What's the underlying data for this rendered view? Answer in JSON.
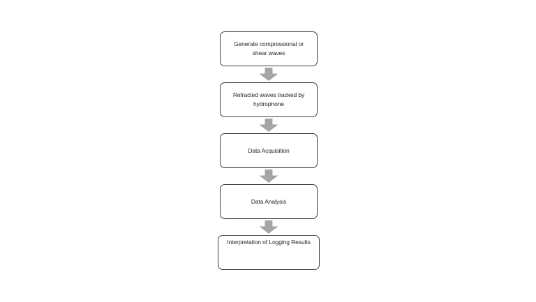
{
  "flowchart": {
    "steps": [
      {
        "label": "Generate compressional or shear waves"
      },
      {
        "label": "Refracted waves tracked by hydrophone"
      },
      {
        "label": "Data Acquisition"
      },
      {
        "label": "Data Analysis"
      },
      {
        "label": "Interpretation of Logging Results"
      }
    ],
    "colors": {
      "box_border": "#3f3f3f",
      "box_fill": "#ffffff",
      "arrow_fill": "#a6a6a6",
      "arrow_stroke": "#979797",
      "text": "#262626",
      "page_bg": "#ffffff"
    }
  }
}
